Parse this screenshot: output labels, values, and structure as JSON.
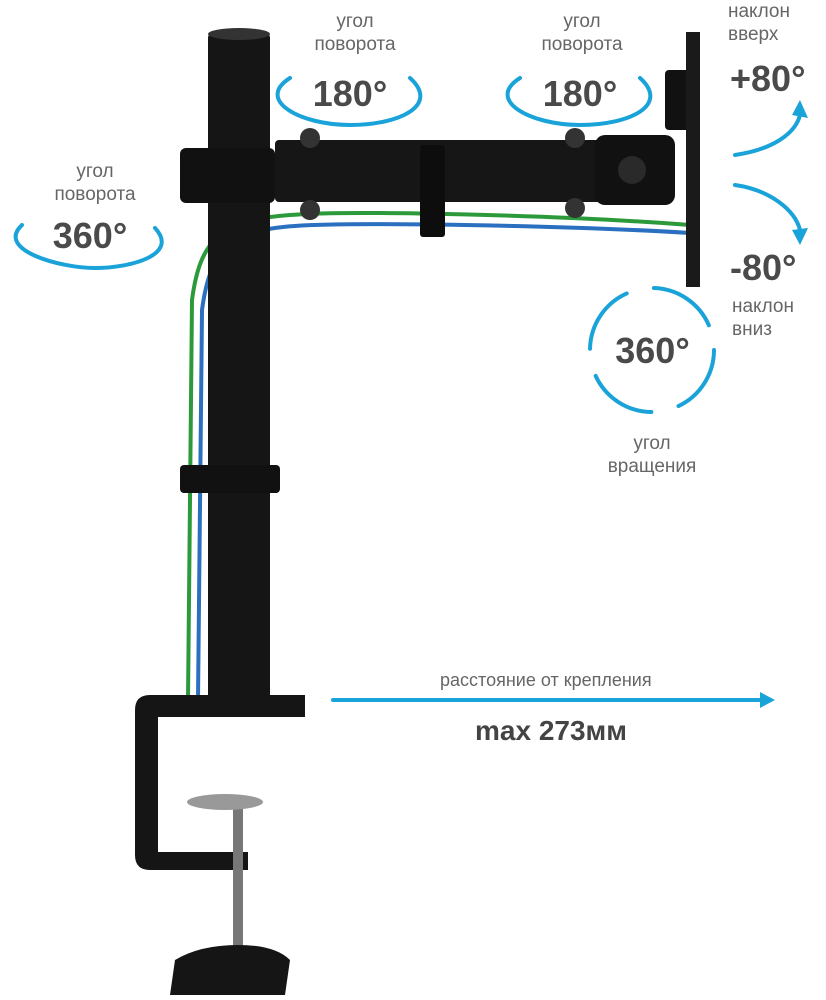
{
  "colors": {
    "accent": "#1aa3d9",
    "metal": "#141414",
    "cable_green": "#2c9a3a",
    "cable_blue": "#2a6fc0"
  },
  "left_rotation": {
    "label": "угол поворота",
    "value": "360°"
  },
  "arm_rotation_1": {
    "label": "угол поворота",
    "value": "180°"
  },
  "arm_rotation_2": {
    "label": "угол поворота",
    "value": "180°"
  },
  "tilt_up": {
    "label": "наклон вверх",
    "value": "+80°"
  },
  "tilt_down": {
    "label": "наклон вниз",
    "value": "-80°"
  },
  "spin": {
    "label": "угол вращения",
    "value": "360°"
  },
  "distance": {
    "label": "расстояние от крепления",
    "value": "max 273мм"
  }
}
